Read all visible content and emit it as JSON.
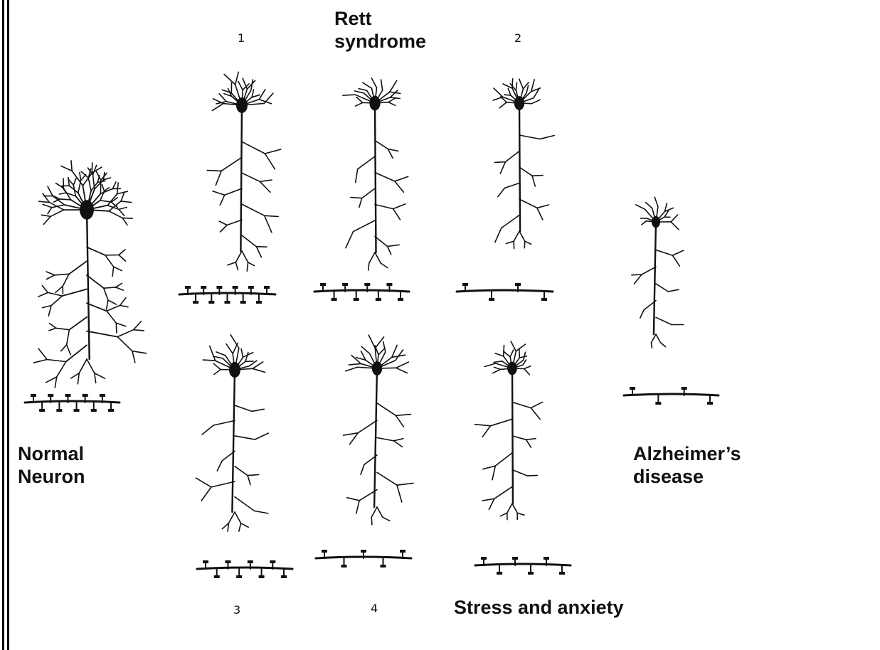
{
  "labels": {
    "rett": "Rett\nsyndrome",
    "num1": "1",
    "num2": "2",
    "num3": "3",
    "num4": "4",
    "normal": "Normal\nNeuron",
    "alzheimers": "Alzheimer’s\ndisease",
    "stress": "Stress and anxiety"
  },
  "panels": [
    {
      "name": "normal-neuron",
      "density": 1.0,
      "spine_count": 10
    },
    {
      "name": "rett-neuron-1",
      "density": 0.75,
      "spine_count": 11
    },
    {
      "name": "rett-neuron-rett",
      "density": 0.7,
      "spine_count": 8
    },
    {
      "name": "rett-neuron-2",
      "density": 0.65,
      "spine_count": 4
    },
    {
      "name": "alzheimers-neuron",
      "density": 0.4,
      "spine_count": 4
    },
    {
      "name": "neuron-3",
      "density": 0.7,
      "spine_count": 8
    },
    {
      "name": "neuron-4",
      "density": 0.65,
      "spine_count": 5
    },
    {
      "name": "stress-neuron",
      "density": 0.6,
      "spine_count": 6
    }
  ],
  "colors": {
    "ink": "#111111",
    "background": "#ffffff"
  }
}
